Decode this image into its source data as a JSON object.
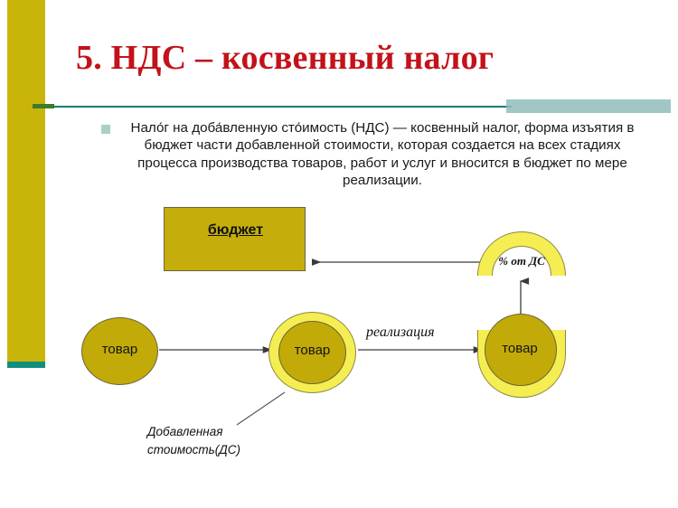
{
  "slide": {
    "title": "5. НДС – косвенный налог",
    "title_color": "#c3121a",
    "accent_olive": "#c9b40a",
    "accent_teal": "#0f8f80",
    "accent_bar": "#8fbdbb",
    "body_bullet_icon": "square-bullet-icon",
    "body_text": "Нало́г на доба́вленную сто́имость (НДС) — косвенный налог, форма изъятия в бюджет части добавленной стоимости, которая создается на всех стадиях процесса производства товаров, работ и услуг и вносится в бюджет по мере реализации."
  },
  "diagram": {
    "budget": {
      "label": "бюджет",
      "fill": "#c5ae0c"
    },
    "tax_arc": {
      "label": "% от ДС",
      "fill": "#f5ee52"
    },
    "nodes": [
      {
        "label": "товар",
        "style": "plain-disc",
        "fill": "#c2ab08"
      },
      {
        "label": "товар",
        "style": "full-ring",
        "fill": "#c2ab08",
        "ring_fill": "#f5ee52"
      },
      {
        "label": "товар",
        "style": "bottom-crescent",
        "fill": "#c2ab08",
        "ring_fill": "#f5ee52"
      }
    ],
    "edges": [
      {
        "name": "goods-1-to-goods-2",
        "label": ""
      },
      {
        "name": "goods-2-to-goods-3",
        "label": "реализация"
      },
      {
        "name": "goods-3-to-tax-arc",
        "label": ""
      },
      {
        "name": "tax-arc-to-budget",
        "label": ""
      }
    ],
    "caption_added_value": "Добавленная стоимость(ДС)"
  }
}
